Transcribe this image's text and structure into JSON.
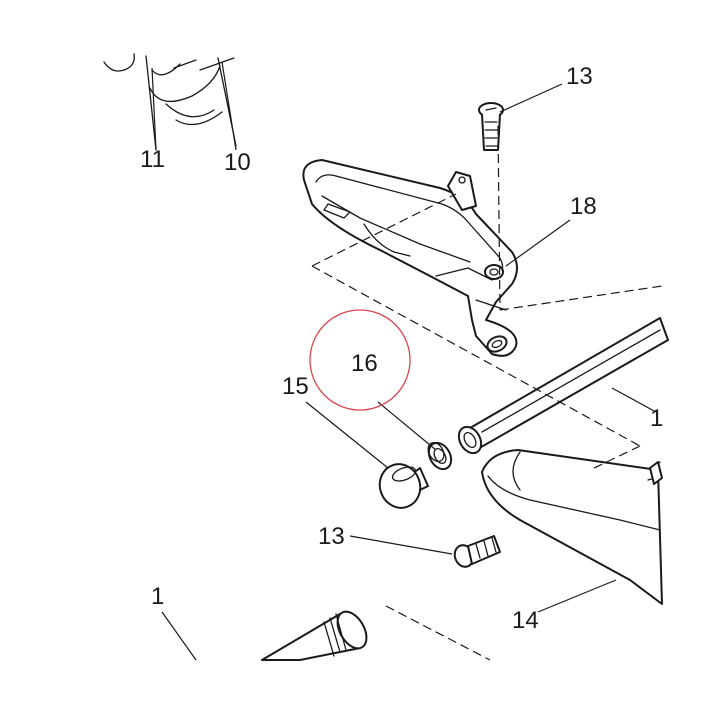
{
  "callouts": [
    {
      "id": "11",
      "label": "11"
    },
    {
      "id": "10",
      "label": "10"
    },
    {
      "id": "13a",
      "label": "13"
    },
    {
      "id": "18",
      "label": "18"
    },
    {
      "id": "16",
      "label": "16"
    },
    {
      "id": "15",
      "label": "15"
    },
    {
      "id": "1b",
      "label": "1"
    },
    {
      "id": "13b",
      "label": "13"
    },
    {
      "id": "1a",
      "label": "1"
    },
    {
      "id": "14",
      "label": "14"
    }
  ],
  "highlight_color": "#d9454f",
  "line_color": "#1a1a1a"
}
